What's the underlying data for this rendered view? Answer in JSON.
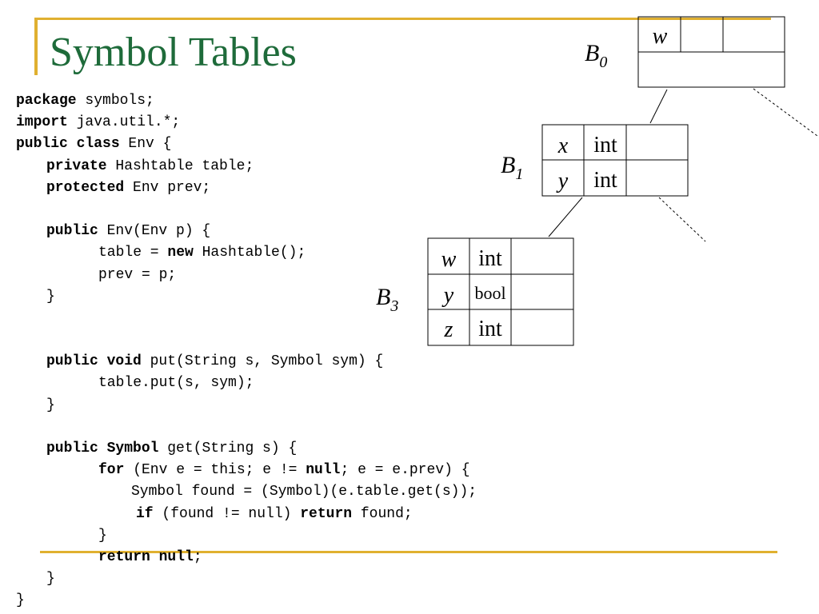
{
  "slide": {
    "title": "Symbol Tables"
  },
  "code": {
    "lines": [
      {
        "indent": "",
        "segments": [
          {
            "kw": true,
            "t": "package"
          },
          {
            "kw": false,
            "t": " symbols;"
          }
        ]
      },
      {
        "indent": "",
        "segments": [
          {
            "kw": true,
            "t": "import"
          },
          {
            "kw": false,
            "t": " java.util.*;"
          }
        ]
      },
      {
        "indent": "",
        "segments": [
          {
            "kw": true,
            "t": "public class"
          },
          {
            "kw": false,
            "t": " Env {"
          }
        ]
      },
      {
        "indent": "ind1",
        "segments": [
          {
            "kw": true,
            "t": "private"
          },
          {
            "kw": false,
            "t": " Hashtable table;"
          }
        ]
      },
      {
        "indent": "ind1",
        "segments": [
          {
            "kw": true,
            "t": "protected"
          },
          {
            "kw": false,
            "t": " Env prev;"
          }
        ]
      },
      {
        "indent": "",
        "segments": []
      },
      {
        "indent": "ind1",
        "segments": [
          {
            "kw": true,
            "t": "public"
          },
          {
            "kw": false,
            "t": " Env(Env p) {"
          }
        ]
      },
      {
        "indent": "ind2",
        "segments": [
          {
            "kw": false,
            "t": "table = "
          },
          {
            "kw": true,
            "t": "new"
          },
          {
            "kw": false,
            "t": " Hashtable();"
          }
        ]
      },
      {
        "indent": "ind2",
        "segments": [
          {
            "kw": false,
            "t": "prev = p;"
          }
        ]
      },
      {
        "indent": "ind1",
        "segments": [
          {
            "kw": false,
            "t": "}"
          }
        ]
      },
      {
        "indent": "",
        "segments": []
      },
      {
        "indent": "",
        "segments": []
      },
      {
        "indent": "ind1",
        "segments": [
          {
            "kw": true,
            "t": "public void"
          },
          {
            "kw": false,
            "t": " put(String s, Symbol sym) {"
          }
        ]
      },
      {
        "indent": "ind2",
        "segments": [
          {
            "kw": false,
            "t": "table.put(s, sym);"
          }
        ]
      },
      {
        "indent": "ind1",
        "segments": [
          {
            "kw": false,
            "t": "}"
          }
        ]
      },
      {
        "indent": "",
        "segments": []
      },
      {
        "indent": "ind1",
        "segments": [
          {
            "kw": true,
            "t": "public Symbol"
          },
          {
            "kw": false,
            "t": " get(String s) {"
          }
        ]
      },
      {
        "indent": "ind2",
        "segments": [
          {
            "kw": true,
            "t": "for"
          },
          {
            "kw": false,
            "t": " (Env e = this; e != "
          },
          {
            "kw": true,
            "t": "null"
          },
          {
            "kw": false,
            "t": "; e = e.prev) {"
          }
        ]
      },
      {
        "indent": "ind3",
        "segments": [
          {
            "kw": false,
            "t": "Symbol found = (Symbol)(e.table.get(s));"
          }
        ]
      },
      {
        "indent": "ind3b",
        "segments": [
          {
            "kw": true,
            "t": "if"
          },
          {
            "kw": false,
            "t": " (found != null) "
          },
          {
            "kw": true,
            "t": "return"
          },
          {
            "kw": false,
            "t": " found;"
          }
        ]
      },
      {
        "indent": "ind2",
        "segments": [
          {
            "kw": false,
            "t": "}"
          }
        ]
      },
      {
        "indent": "ind2",
        "segments": [
          {
            "kw": true,
            "t": "return null"
          },
          {
            "kw": false,
            "t": ";"
          }
        ]
      },
      {
        "indent": "ind1",
        "segments": [
          {
            "kw": false,
            "t": "}"
          }
        ]
      },
      {
        "indent": "",
        "segments": [
          {
            "kw": false,
            "t": "}"
          }
        ]
      }
    ]
  },
  "diagram": {
    "tables": [
      {
        "id": "b0",
        "label": {
          "base": "B",
          "sub": "0"
        },
        "rows": [
          {
            "name": "w",
            "type": ""
          }
        ]
      },
      {
        "id": "b1",
        "label": {
          "base": "B",
          "sub": "1"
        },
        "rows": [
          {
            "name": "x",
            "type": "int"
          },
          {
            "name": "y",
            "type": "int"
          }
        ]
      },
      {
        "id": "b3",
        "label": {
          "base": "B",
          "sub": "3"
        },
        "rows": [
          {
            "name": "w",
            "type": "int"
          },
          {
            "name": "y",
            "type": "bool"
          },
          {
            "name": "z",
            "type": "int"
          }
        ]
      }
    ]
  }
}
